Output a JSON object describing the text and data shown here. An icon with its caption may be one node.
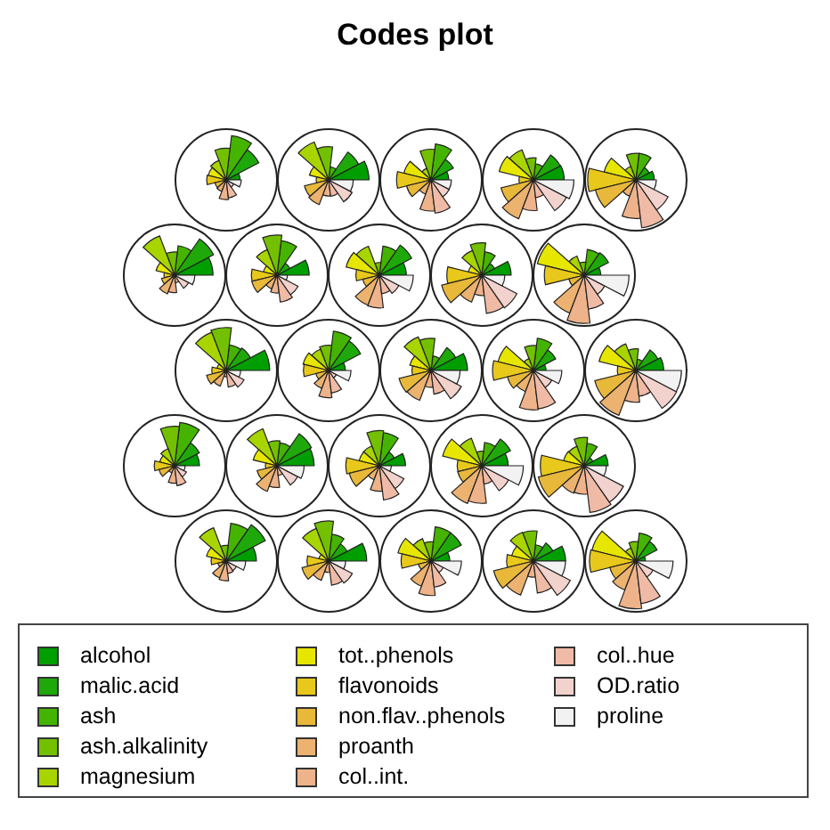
{
  "diagram": {
    "title": "Codes plot",
    "legend": [
      {
        "text": "alcohol",
        "color": "#009e00"
      },
      {
        "text": "malic.acid",
        "color": "#1fa80a"
      },
      {
        "text": "ash",
        "color": "#44b400"
      },
      {
        "text": "ash.alkalinity",
        "color": "#72c000"
      },
      {
        "text": "magnesium",
        "color": "#a8d400"
      },
      {
        "text": "tot..phenols",
        "color": "#e6e600"
      },
      {
        "text": "flavonoids",
        "color": "#e8c81a"
      },
      {
        "text": "non.flav..phenols",
        "color": "#e8b83a"
      },
      {
        "text": "proanth",
        "color": "#ecb270"
      },
      {
        "text": "col..int.",
        "color": "#eeb38a"
      },
      {
        "text": "col..hue",
        "color": "#f0bba6"
      },
      {
        "text": "OD.ratio",
        "color": "#f2d2cc"
      },
      {
        "text": "proline",
        "color": "#f2f2f2"
      }
    ]
  }
}
